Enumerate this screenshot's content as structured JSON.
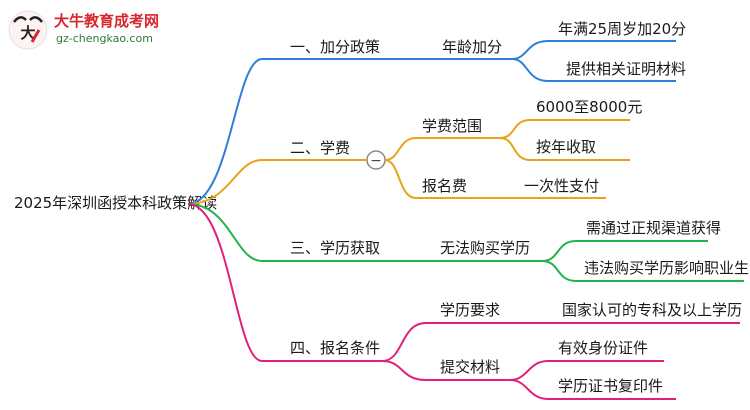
{
  "logo": {
    "title": "大牛教育成考网",
    "url": "gz-chengkao.com"
  },
  "root": "2025年深圳函授本科政策解读",
  "colors": {
    "branch1": "#2f7fd8",
    "branch2": "#e9a21a",
    "branch3": "#23b34e",
    "branch4": "#e0217a"
  },
  "branches": [
    {
      "label": "一、加分政策",
      "children": [
        {
          "label": "年龄加分",
          "children": [
            "年满25周岁加20分",
            "提供相关证明材料"
          ]
        }
      ]
    },
    {
      "label": "二、学费",
      "collapse_symbol": "−",
      "children": [
        {
          "label": "学费范围",
          "children": [
            "6000至8000元",
            "按年收取"
          ]
        },
        {
          "label": "报名费",
          "children": [
            "一次性支付"
          ]
        }
      ]
    },
    {
      "label": "三、学历获取",
      "children": [
        {
          "label": "无法购买学历",
          "children": [
            "需通过正规渠道获得",
            "违法购买学历影响职业生涯"
          ]
        }
      ]
    },
    {
      "label": "四、报名条件",
      "children": [
        {
          "label": "学历要求",
          "children": [
            "国家认可的专科及以上学历"
          ]
        },
        {
          "label": "提交材料",
          "children": [
            "有效身份证件",
            "学历证书复印件"
          ]
        }
      ]
    }
  ]
}
